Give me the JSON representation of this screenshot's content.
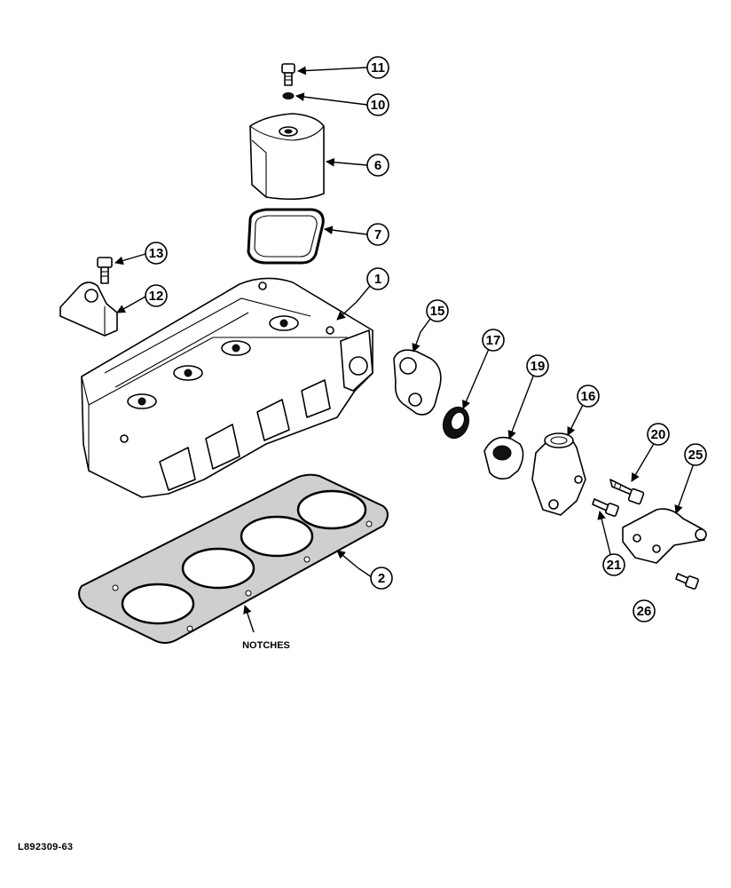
{
  "diagram": {
    "callouts": [
      {
        "id": "11",
        "label": "11"
      },
      {
        "id": "10",
        "label": "10"
      },
      {
        "id": "6",
        "label": "6"
      },
      {
        "id": "7",
        "label": "7"
      },
      {
        "id": "13",
        "label": "13"
      },
      {
        "id": "12",
        "label": "12"
      },
      {
        "id": "1",
        "label": "1"
      },
      {
        "id": "15",
        "label": "15"
      },
      {
        "id": "17",
        "label": "17"
      },
      {
        "id": "19",
        "label": "19"
      },
      {
        "id": "16",
        "label": "16"
      },
      {
        "id": "20",
        "label": "20"
      },
      {
        "id": "25",
        "label": "25"
      },
      {
        "id": "21",
        "label": "21"
      },
      {
        "id": "2",
        "label": "2"
      },
      {
        "id": "26",
        "label": "26"
      }
    ],
    "notches_label": "NOTCHES",
    "reference_code": "L892309-63"
  }
}
